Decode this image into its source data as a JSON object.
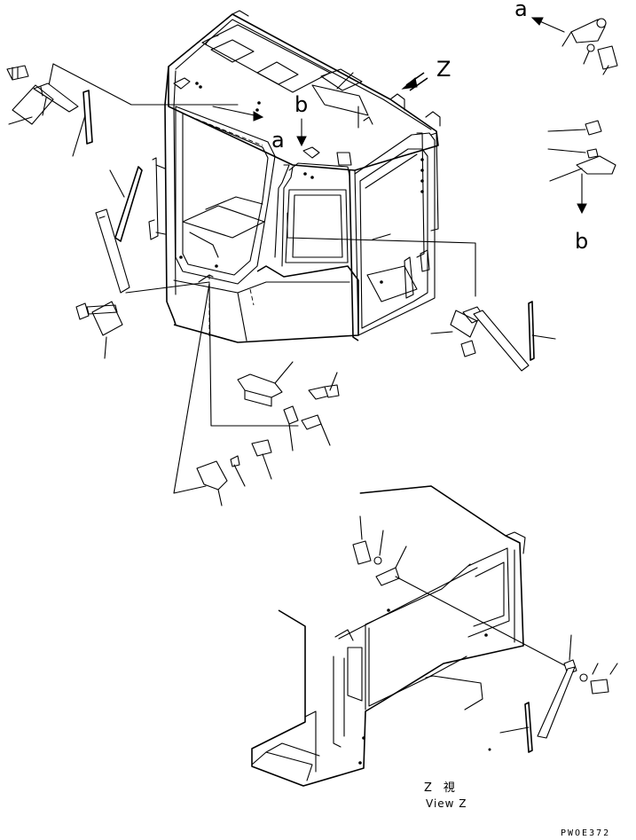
{
  "drawing": {
    "callout_a_top": "a",
    "callout_a_mid": "a",
    "callout_b_top": "b",
    "callout_b_right": "b",
    "callout_z": "Z",
    "view_label_jp": "Z　視",
    "view_label_en": "View Z",
    "drawing_code": "PWOE372"
  }
}
